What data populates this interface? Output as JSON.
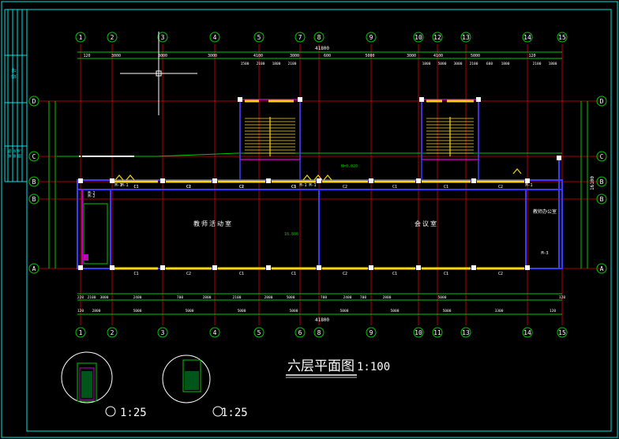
{
  "drawing": {
    "title_text": "六层平面图",
    "title_scale": "1:100",
    "detail1_scale": "1:25",
    "detail2_scale": "1:25",
    "overall_dim_top": "41800",
    "overall_dim_bottom": "41800",
    "right_dim": "16100",
    "elev_note": "H=0.020",
    "elev_note2": "10.800"
  },
  "title_block": {
    "sidebar_labels": [
      "设 计",
      "审 核",
      "审 定",
      "图 号"
    ]
  },
  "grid": {
    "vertical": [
      "1",
      "2",
      "3",
      "4",
      "5",
      "7",
      "8",
      "9",
      "10",
      "12",
      "13",
      "14",
      "15"
    ],
    "vertical_bottom": [
      "1",
      "2",
      "3",
      "4",
      "5",
      "6",
      "8",
      "9",
      "10",
      "11",
      "13",
      "14",
      "15"
    ],
    "horizontal": [
      "D",
      "C",
      "B",
      "B",
      "A",
      "A"
    ]
  },
  "rooms": {
    "left_room": "教师活动室",
    "middle_room": "会议室",
    "right_room": "教师办公室"
  },
  "dims_top_row1": [
    "120",
    "3000",
    "3000",
    "3000",
    "4100",
    "3000",
    "600",
    "5000",
    "3000",
    "4100",
    "5000",
    "120"
  ],
  "dims_top_row2": [
    "1500",
    "2100",
    "1800",
    "2100",
    "1800",
    "5000",
    "3000",
    "2100",
    "600",
    "1800",
    "2100",
    "1800"
  ],
  "dims_bottom_row1": [
    "220",
    "2100",
    "3000",
    "2400",
    "700",
    "2800",
    "2100",
    "2800",
    "5000",
    "700",
    "2400",
    "700",
    "2800",
    "5000",
    "120"
  ],
  "dims_bottom_row2": [
    "120",
    "2800",
    "5000",
    "5000",
    "5000",
    "5000",
    "5000",
    "5000",
    "5000",
    "3300",
    "120"
  ],
  "door_labels": [
    "M-1",
    "M-1",
    "M-1",
    "M-1",
    "M-1",
    "M-2",
    "M-2",
    "M-3"
  ],
  "window_labels": [
    "C1",
    "C2",
    "C1",
    "C1",
    "C2",
    "C1",
    "C1",
    "C2",
    "C1",
    "C1",
    "C2",
    "C3"
  ]
}
